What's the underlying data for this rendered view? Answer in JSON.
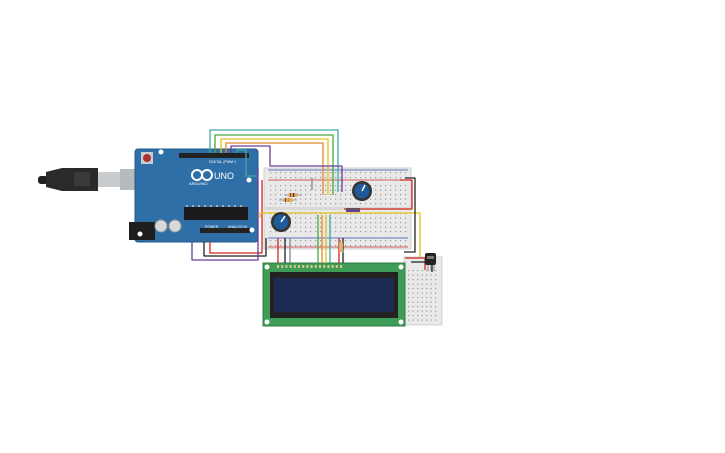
{
  "arduino": {
    "brand": "ARDUINO",
    "model": "UNO",
    "header_digital": "DIGITAL (PWM~)",
    "header_power": "POWER",
    "header_analog": "ANALOG IN",
    "colors": {
      "board": "#2e6fa7",
      "usb": "#c9ccce",
      "cable": "#222222"
    }
  },
  "breadboard_main": {
    "colors": {
      "body": "#e9e9e9",
      "rail_red": "#d22b2b",
      "rail_blue": "#2b50b8"
    }
  },
  "breadboard_small": {
    "colors": {
      "body": "#e9e9e9"
    }
  },
  "lcd": {
    "colors": {
      "pcb": "#3f9c57",
      "screen": "#1d2c52"
    }
  },
  "potentiometers": {
    "colors": {
      "knob": "#1f5b9a"
    }
  },
  "wire_colors": {
    "teal": "#3aa9a4",
    "green": "#4aa63e",
    "yellow": "#e5c21b",
    "orange": "#e08a2a",
    "red": "#d4251c",
    "purple": "#6a3d9a",
    "black": "#222222",
    "gray": "#8a8a8a"
  }
}
